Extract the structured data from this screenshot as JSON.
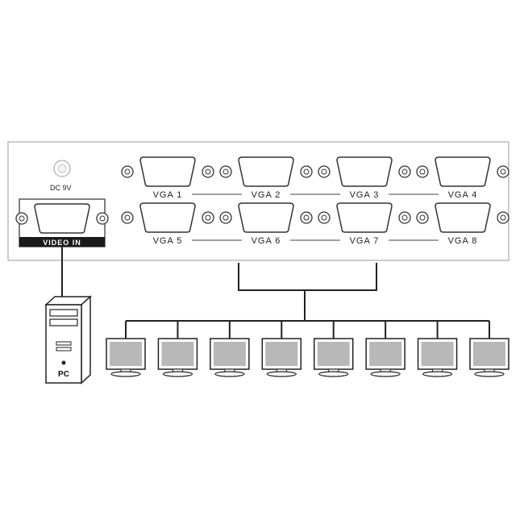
{
  "splitter": {
    "power_label": "DC 9V",
    "input_label": "VIDEO IN",
    "outputs": [
      {
        "label": "VGA 1"
      },
      {
        "label": "VGA 2"
      },
      {
        "label": "VGA 3"
      },
      {
        "label": "VGA 4"
      },
      {
        "label": "VGA 5"
      },
      {
        "label": "VGA 6"
      },
      {
        "label": "VGA 7"
      },
      {
        "label": "VGA 8"
      }
    ]
  },
  "computer": {
    "label": "PC"
  },
  "monitors": {
    "count": 8
  },
  "colors": {
    "line": "#222222",
    "panel_border": "#aaaaaa",
    "screen": "#b8b8b8",
    "label_band": "#1a1a1a"
  }
}
